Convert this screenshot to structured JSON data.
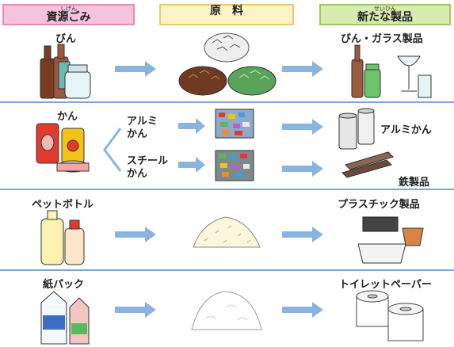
{
  "headers": {
    "source": {
      "label": "資源ごみ",
      "ruby": "しげん"
    },
    "material": {
      "label": "原　料"
    },
    "product": {
      "label": "新たな製品",
      "ruby": "せいひん"
    }
  },
  "rows": {
    "bottle": {
      "source": "びん",
      "product": "びん・ガラス製品"
    },
    "can": {
      "source": "かん",
      "aluminum": {
        "label": "アルミ\nかん",
        "product": "アルミかん"
      },
      "steel": {
        "label": "スチール\nかん",
        "product": "鉄製品"
      }
    },
    "pet": {
      "source": "ペットボトル",
      "product": "プラスチック製品"
    },
    "paper": {
      "source": "紙パック",
      "product": "トイレットペーパー"
    }
  },
  "colors": {
    "arrow": "#8ab4e0",
    "divider": "#7aa7d6",
    "source_header": "#f6c3dc",
    "material_header": "#fdf4c6",
    "product_header": "#d7ecb0"
  }
}
